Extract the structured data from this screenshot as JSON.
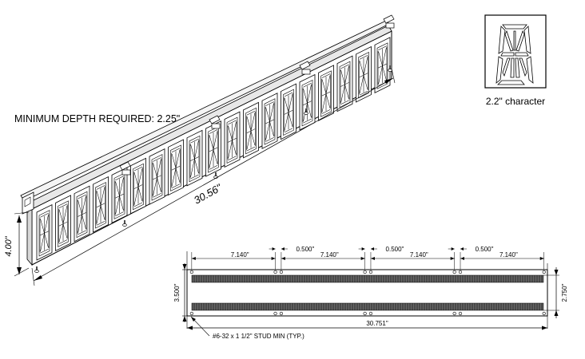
{
  "header": {
    "depth_note": "MINIMUM DEPTH REQUIRED:  2.25\""
  },
  "character_detail": {
    "caption": "2.2\" character"
  },
  "iso_view": {
    "length_label": "30.56\"",
    "height_label": "4.00\"",
    "module_count": 19
  },
  "front_view": {
    "segment_labels": [
      "7.140\"",
      "7.140\"",
      "7.140\"",
      "7.140\""
    ],
    "gap_labels": [
      "0.500\"",
      "0.500\"",
      "0.500\""
    ],
    "left_height": "3.500\"",
    "right_height": "2.750\"",
    "overall_width": "30.751\"",
    "stud_note": "#6-32 x 1 1/2\" STUD MIN (TYP.)"
  },
  "colors": {
    "line": "#000000",
    "strip": "#5a5a5a",
    "panel": "#ffffff"
  }
}
